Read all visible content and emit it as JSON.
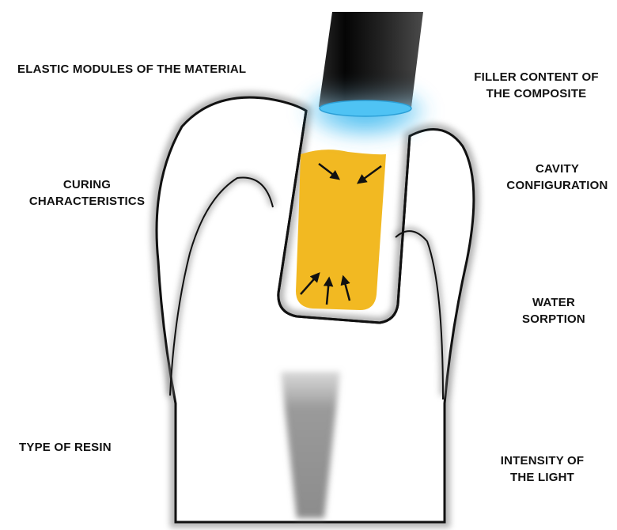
{
  "labels": {
    "elastic_modules": {
      "line1": "ELASTIC MODULES OF THE MATERIAL"
    },
    "filler_content": {
      "line1": "FILLER CONTENT OF",
      "line2": "THE COMPOSITE"
    },
    "curing": {
      "line1": "CURING",
      "line2": "CHARACTERISTICS"
    },
    "cavity": {
      "line1": "CAVITY",
      "line2": "CONFIGURATION"
    },
    "water": {
      "line1": "WATER",
      "line2": "SORPTION"
    },
    "resin": {
      "line1": "TYPE OF RESIN"
    },
    "intensity": {
      "line1": "INTENSITY OF",
      "line2": "THE LIGHT"
    }
  },
  "colors": {
    "composite": "#F2B922",
    "curing_light_glow": "#3AB8F0",
    "tooth_outline": "#111111",
    "pulp": "#9A9A9A"
  },
  "icons": {
    "curing_light": "curing-light-icon",
    "shrinkage_arrow": "arrow-icon"
  }
}
